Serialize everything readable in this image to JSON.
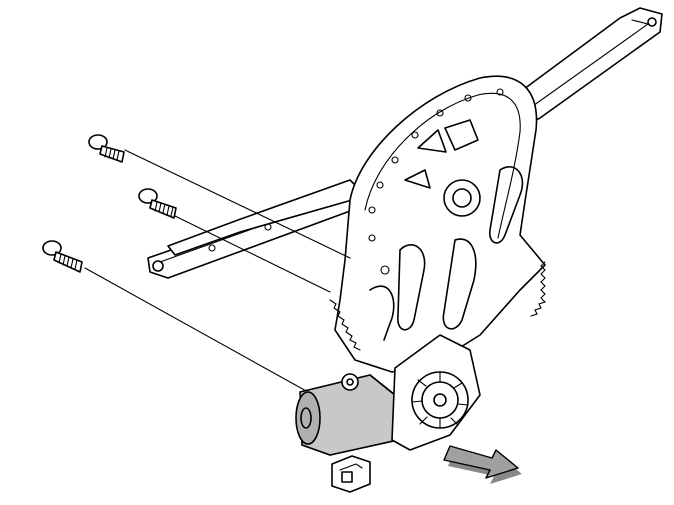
{
  "figure": {
    "subject": "window-regulator-assembly",
    "parts": [
      {
        "name": "regulator-arm-rail"
      },
      {
        "name": "sector-gear-plate"
      },
      {
        "name": "window-motor"
      },
      {
        "name": "electrical-connector"
      },
      {
        "name": "mounting-bolt"
      },
      {
        "name": "mounting-bolt"
      },
      {
        "name": "mounting-bolt"
      }
    ],
    "callout": {
      "type": "removal-direction-arrow",
      "fill": "#a0a0a0"
    },
    "colors": {
      "line": "#000000",
      "background": "#ffffff",
      "motor_shade": "#c8c8c8",
      "shadow": "#888888"
    }
  }
}
